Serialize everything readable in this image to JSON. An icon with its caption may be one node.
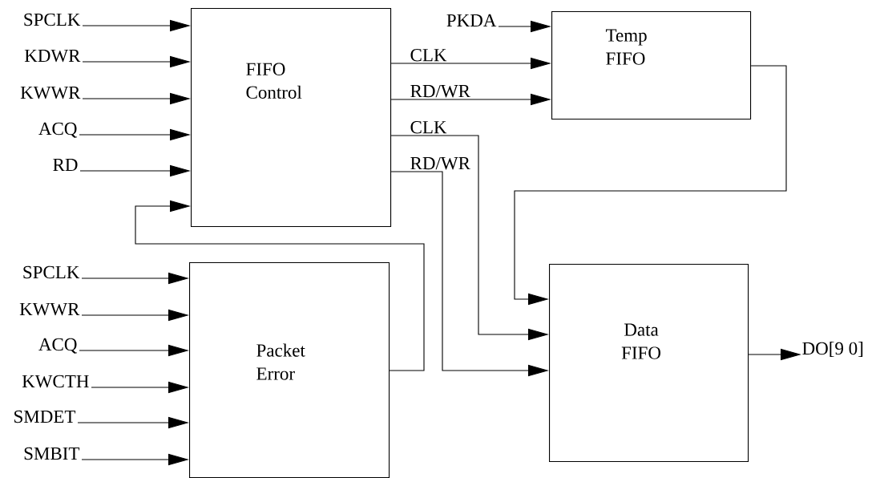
{
  "diagram": {
    "nodes": [
      {
        "text": [
          "SPCLK"
        ]
      },
      {
        "text": [
          "KDWR"
        ]
      },
      {
        "text": [
          "KWWR"
        ]
      },
      {
        "text": [
          "ACQ"
        ]
      },
      {
        "text": [
          "RD"
        ]
      },
      {
        "text": [
          "FIFO Control"
        ]
      },
      {
        "text": [
          "PKDA"
        ]
      },
      {
        "text": [
          "Temp FIFO"
        ]
      },
      {
        "text": [
          "SPCLK"
        ]
      },
      {
        "text": [
          "KWWR"
        ]
      },
      {
        "text": [
          "ACQ"
        ]
      },
      {
        "text": [
          "KWCTH"
        ]
      },
      {
        "text": [
          "SMDET"
        ]
      },
      {
        "text": [
          "SMBIT"
        ]
      },
      {
        "text": [
          "Packet Error"
        ]
      },
      {
        "text": [
          "Data FIFO"
        ]
      },
      {
        "text": [
          "DO[9 0]"
        ]
      }
    ],
    "edges": [
      {
        "from": 0,
        "to": 5,
        "arrow": "to"
      },
      {
        "from": 1,
        "to": 5,
        "arrow": "to"
      },
      {
        "from": 2,
        "to": 5,
        "arrow": "to"
      },
      {
        "from": 3,
        "to": 5,
        "arrow": "to"
      },
      {
        "from": 4,
        "to": 5,
        "arrow": "to"
      },
      {
        "from": 6,
        "to": 7,
        "arrow": "to"
      },
      {
        "from": 5,
        "to": 7,
        "arrow": "to",
        "label": "CLK"
      },
      {
        "from": 5,
        "to": 7,
        "arrow": "to",
        "label": "RD/WR"
      },
      {
        "from": 5,
        "to": 15,
        "arrow": "to",
        "label": "CLK"
      },
      {
        "from": 5,
        "to": 15,
        "arrow": "to",
        "label": "RD/WR"
      },
      {
        "from": 7,
        "to": 15,
        "arrow": "to"
      },
      {
        "from": 14,
        "to": 5,
        "arrow": "to"
      },
      {
        "from": 8,
        "to": 14,
        "arrow": "to"
      },
      {
        "from": 9,
        "to": 14,
        "arrow": "to"
      },
      {
        "from": 10,
        "to": 14,
        "arrow": "to"
      },
      {
        "from": 11,
        "to": 14,
        "arrow": "to"
      },
      {
        "from": 12,
        "to": 14,
        "arrow": "to"
      },
      {
        "from": 13,
        "to": 14,
        "arrow": "to"
      },
      {
        "from": 15,
        "to": 16,
        "arrow": "to"
      }
    ]
  }
}
